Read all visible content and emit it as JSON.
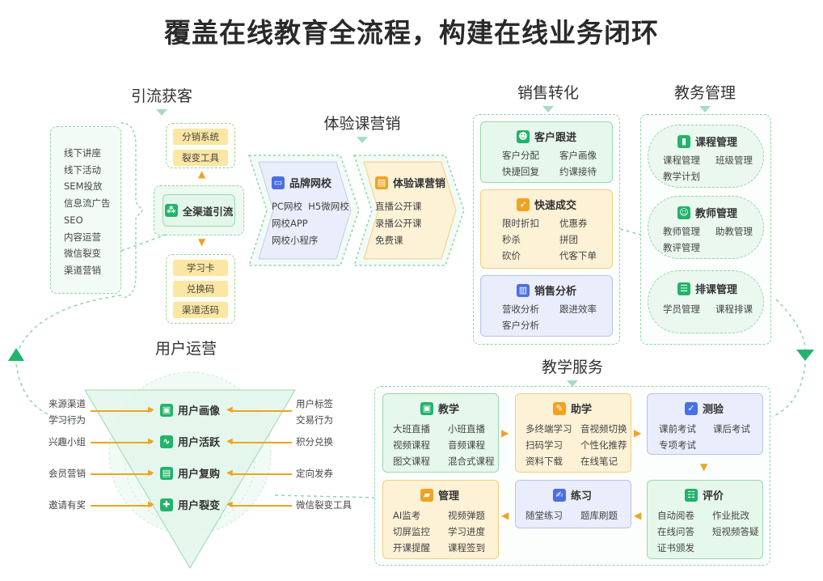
{
  "title": "覆盖在线教育全流程，构建在线业务闭环",
  "sections": {
    "acquire": "引流获客",
    "trial": "体验课营销",
    "sales": "销售转化",
    "academic": "教务管理",
    "user_ops": "用户运营",
    "teaching": "教学服务"
  },
  "acquire": {
    "channels": [
      "线下讲座",
      "线下活动",
      "SEM投放",
      "信息流广告",
      "SEO",
      "内容运营",
      "微信裂变",
      "渠道营销"
    ],
    "center": "全渠道引流",
    "top_tags": [
      "分销系统",
      "裂变工具"
    ],
    "bottom_tags": [
      "学习卡",
      "兑换码",
      "渠道活码"
    ]
  },
  "brand": {
    "title": "品牌网校",
    "items": [
      "PC网校",
      "H5微网校",
      "网校APP",
      "网校小程序"
    ]
  },
  "trial": {
    "title": "体验课营销",
    "items": [
      "直播公开课",
      "录播公开课",
      "免费课"
    ]
  },
  "sales": {
    "follow": {
      "title": "客户跟进",
      "items": [
        "客户分配",
        "客户画像",
        "快捷回复",
        "约课接待"
      ]
    },
    "deal": {
      "title": "快速成交",
      "items": [
        "限时折扣",
        "优惠券",
        "秒杀",
        "拼团",
        "砍价",
        "代客下单"
      ]
    },
    "analysis": {
      "title": "销售分析",
      "items": [
        "营收分析",
        "跟进效率",
        "客户分析"
      ]
    }
  },
  "academic": {
    "course": {
      "title": "课程管理",
      "items": [
        "课程管理",
        "班级管理",
        "教学计划"
      ]
    },
    "teacher": {
      "title": "教师管理",
      "items": [
        "教师管理",
        "助教管理",
        "教评管理"
      ]
    },
    "schedule": {
      "title": "排课管理",
      "items": [
        "学员管理",
        "课程排课"
      ]
    }
  },
  "user_ops": {
    "stages": [
      "用户画像",
      "用户活跃",
      "用户复购",
      "用户裂变"
    ],
    "left": [
      [
        "来源渠道",
        "学习行为"
      ],
      [
        "兴趣小组"
      ],
      [
        "会员营销"
      ],
      [
        "邀请有奖"
      ]
    ],
    "right": [
      [
        "用户标签",
        "交易行为"
      ],
      [
        "积分兑换"
      ],
      [
        "定向发券"
      ],
      [
        "微信裂变工具"
      ]
    ]
  },
  "teaching": {
    "teach": {
      "title": "教学",
      "items": [
        "大班直播",
        "小班直播",
        "视频课程",
        "音频课程",
        "图文课程",
        "混合式课程"
      ]
    },
    "assist": {
      "title": "助学",
      "items": [
        "多终端学习",
        "音视频切换",
        "扫码学习",
        "个性化推荐",
        "资料下载",
        "在线笔记"
      ]
    },
    "test": {
      "title": "测验",
      "items": [
        "课前考试",
        "课后考试",
        "专项考试"
      ]
    },
    "manage": {
      "title": "管理",
      "items": [
        "AI监考",
        "视频弹题",
        "切屏监控",
        "学习进度",
        "开课提醒",
        "课程签到"
      ]
    },
    "practice": {
      "title": "练习",
      "items": [
        "随堂练习",
        "题库刷题"
      ]
    },
    "eval": {
      "title": "评价",
      "items": [
        "自动阅卷",
        "作业批改",
        "在线问答",
        "短视频答疑",
        "证书颁发"
      ]
    }
  },
  "colors": {
    "green": "#23b36b",
    "yellow": "#f0a320",
    "blue": "#4a6fe0"
  }
}
